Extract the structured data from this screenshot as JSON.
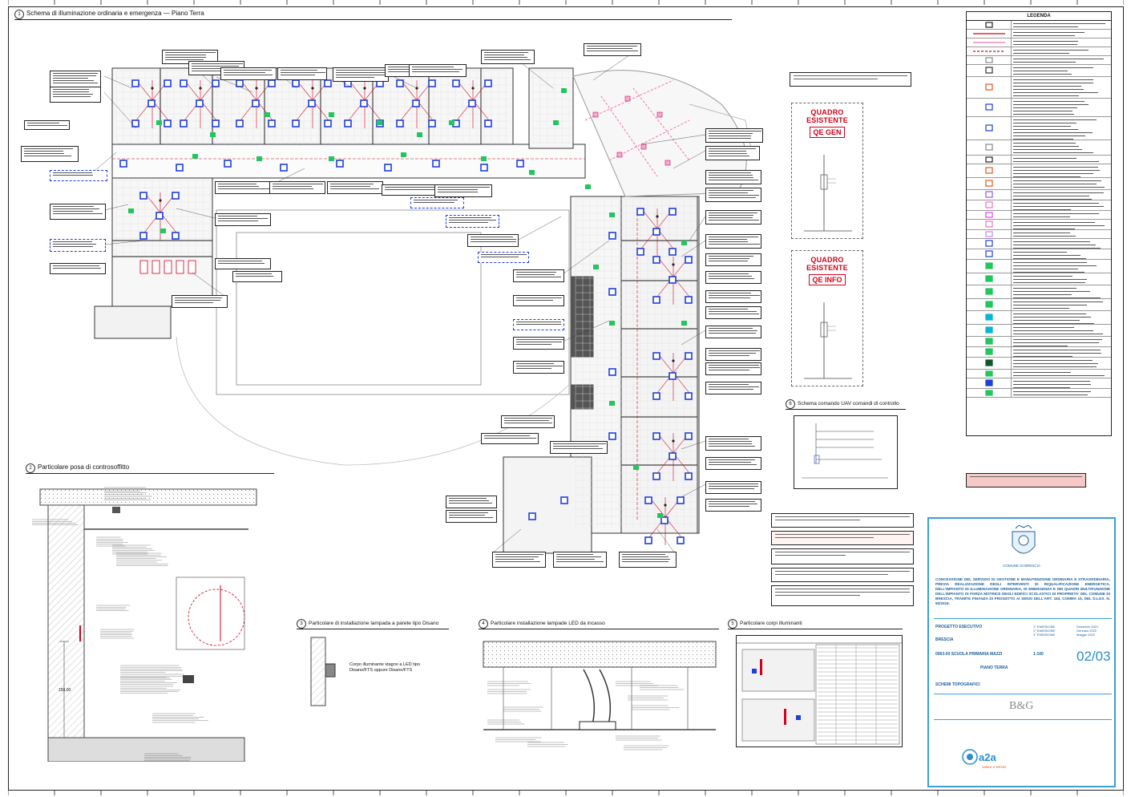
{
  "sections": {
    "plan": {
      "number": "1",
      "title": "Schema di illuminazione ordinaria e emergenza — Piano Terra"
    },
    "detail_wall": {
      "number": "2",
      "title": "Particolare posa di controsoffitto"
    },
    "detail_lamp": {
      "number": "3",
      "title": "Particolare di installazione lampada a parete tipo Disano"
    },
    "detail_ceiling": {
      "number": "4",
      "title": "Particolare installazione lampade LED da incasso"
    },
    "detail_photos": {
      "number": "5",
      "title": "Particolare corpi illuminanti"
    },
    "detail_schema": {
      "number": "6",
      "title": "Schema comando UAV comandi di controllo"
    }
  },
  "panels": {
    "gen": {
      "title": "QUADRO ESISTENTE",
      "code": "QE GEN"
    },
    "info": {
      "title": "QUADRO ESISTENTE",
      "code": "QE INFO"
    }
  },
  "legend": {
    "title": "LEGENDA"
  },
  "detail_lamp_label": "Corpo illuminante stagno a LED tipo Disano/FTS oppure Disano/FTS",
  "dimension_label": "150.00",
  "title_block": {
    "authority": "COMUNE DI BRESCIA",
    "description": "CONCESSIONE DEL SERVIZIO DI GESTIONE E MANUTENZIONE ORDINARIA E STRAORDINARIA, PREVIA REALIZZAZIONE DEGLI INTERVENTI DI RIQUALIFICAZIONE ENERGETICA, DELL'IMPIANTO DI ILLUMINAZIONE ORDINARIA, DI EMERGENZA E DEI QUADRI MULTIFUNZIONE DELL'IMPIANTO DI FORZA MOTRICE DEGLI EDIFICI SCOLASTICI DI PROPRIETA' DEL COMUNE DI BRESCIA, TRAMITE FINANZA DI PROGETTO AI SENSI DELL'ART. 183, COMMA 15, DEL D.LGS. N. 50/2016.",
    "phase": "PROGETTO ESECUTIVO",
    "location": "BRESCIA",
    "building": "0063-00 SCUOLA PRIMARIA MAZZI",
    "floor": "PIANO TERRA",
    "subject": "SCHEMI TOPOGRAFICI",
    "scale": "1:100",
    "sheet_number": "02/03",
    "revisions": [
      "1° EMISSIONE",
      "2° EMISSIONE",
      "3° EMISSIONE"
    ],
    "dates": [
      "Dicembre 2021",
      "Gennaio 2022",
      "Maggio 2022"
    ],
    "designer_logo": "B&G",
    "company": "a2a",
    "company_sub": "calore e servizi"
  },
  "colors": {
    "frame": "#222222",
    "blue_symbol": "#1f3fd6",
    "green_symbol": "#22c55e",
    "red_line": "#d0021b",
    "pink_line": "#f472b6",
    "title_blue": "#3aa0d8"
  }
}
